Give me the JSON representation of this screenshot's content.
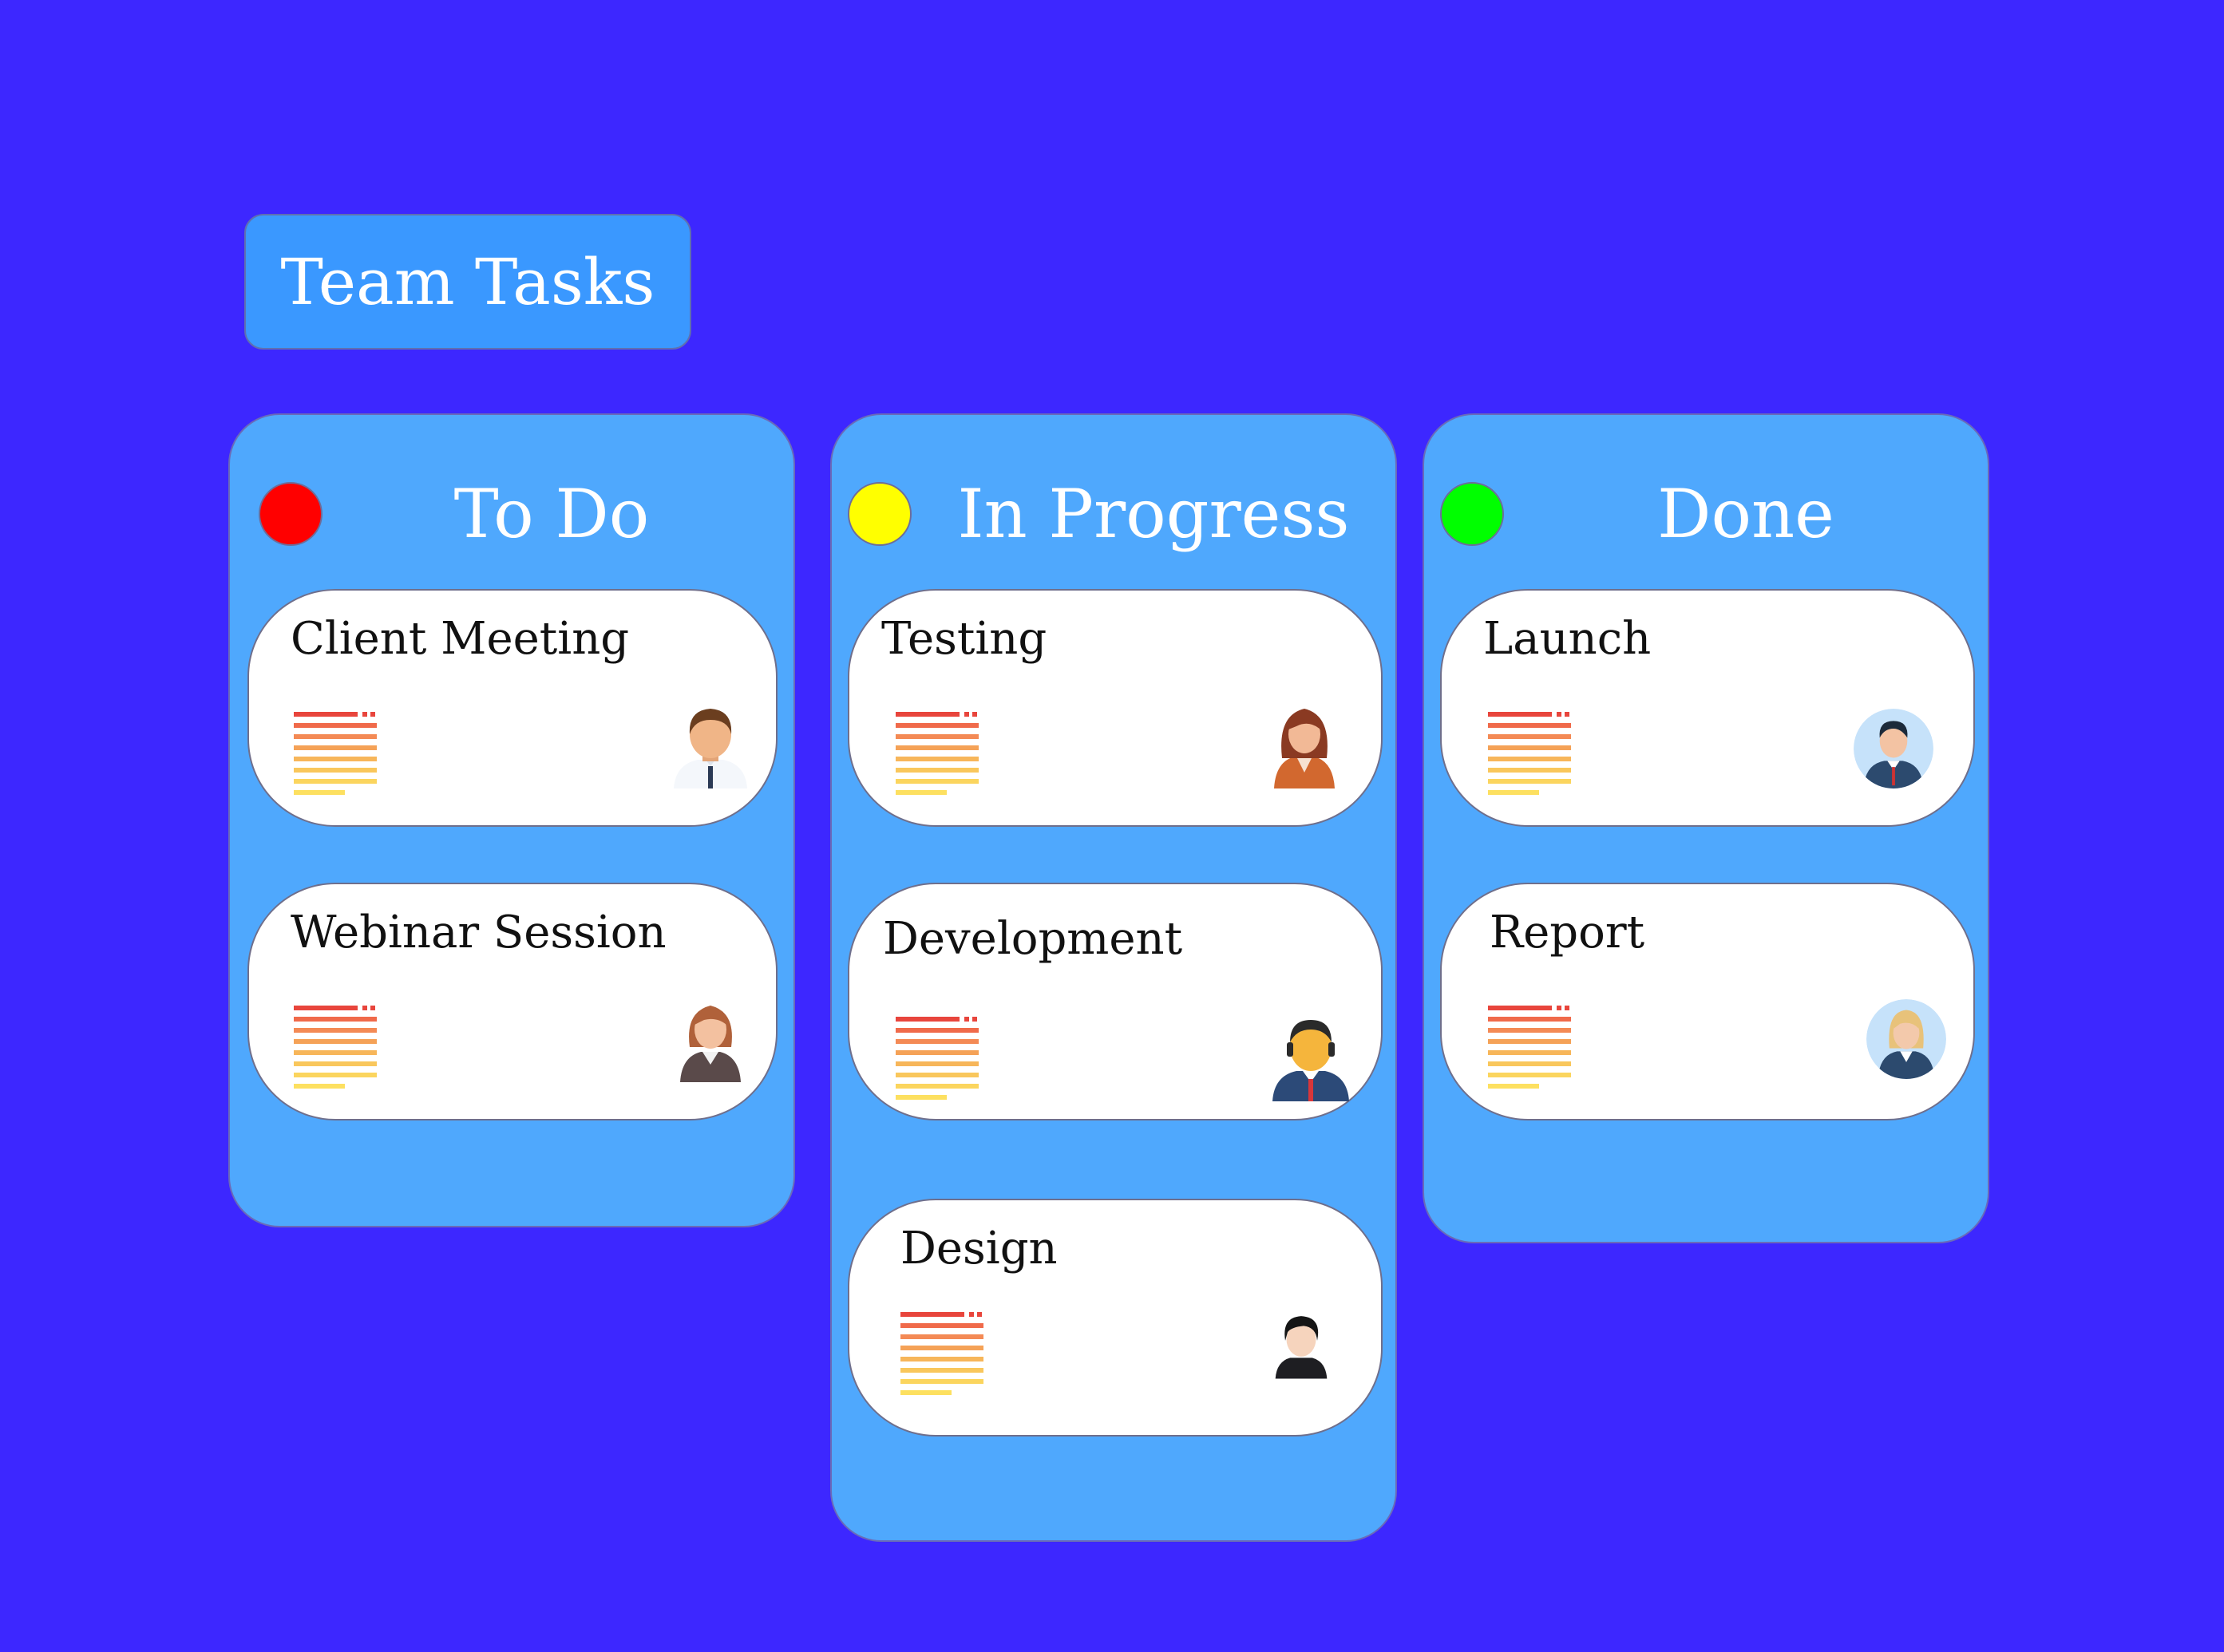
{
  "board": {
    "title": "Team Tasks"
  },
  "columns": [
    {
      "title": "To Do",
      "status_color": "#ff0000",
      "cards": [
        {
          "title": "Client Meeting",
          "avatar": "man-shirt-tie-icon"
        },
        {
          "title": "Webinar Session",
          "avatar": "woman-suit-icon"
        }
      ]
    },
    {
      "title": "In Progress",
      "status_color": "#ffff00",
      "cards": [
        {
          "title": "Testing",
          "avatar": "woman-orange-jacket-icon"
        },
        {
          "title": "Development",
          "avatar": "man-headset-icon"
        },
        {
          "title": "Design",
          "avatar": "man-dark-hair-icon"
        }
      ]
    },
    {
      "title": "Done",
      "status_color": "#00ff00",
      "cards": [
        {
          "title": "Launch",
          "avatar": "man-circle-avatar-icon"
        },
        {
          "title": "Report",
          "avatar": "woman-circle-avatar-icon"
        }
      ]
    }
  ]
}
